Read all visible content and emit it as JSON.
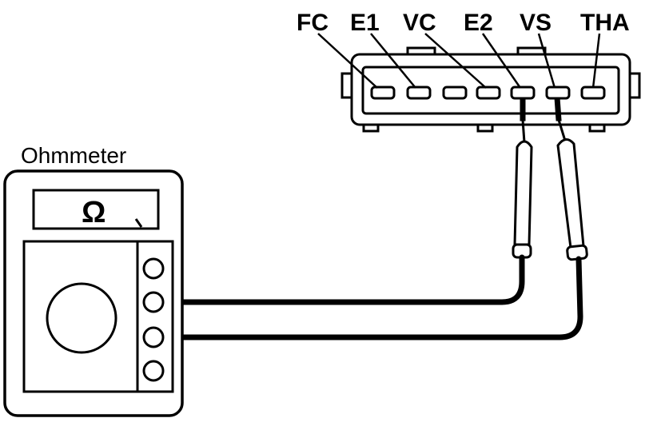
{
  "meter": {
    "title": "Ohmmeter",
    "symbol": "Ω"
  },
  "connector": {
    "terminals": [
      "FC",
      "E1",
      "VC",
      "E2",
      "VS",
      "THA"
    ]
  },
  "probes": {
    "connected_terminals": [
      "E2",
      "VS"
    ]
  }
}
